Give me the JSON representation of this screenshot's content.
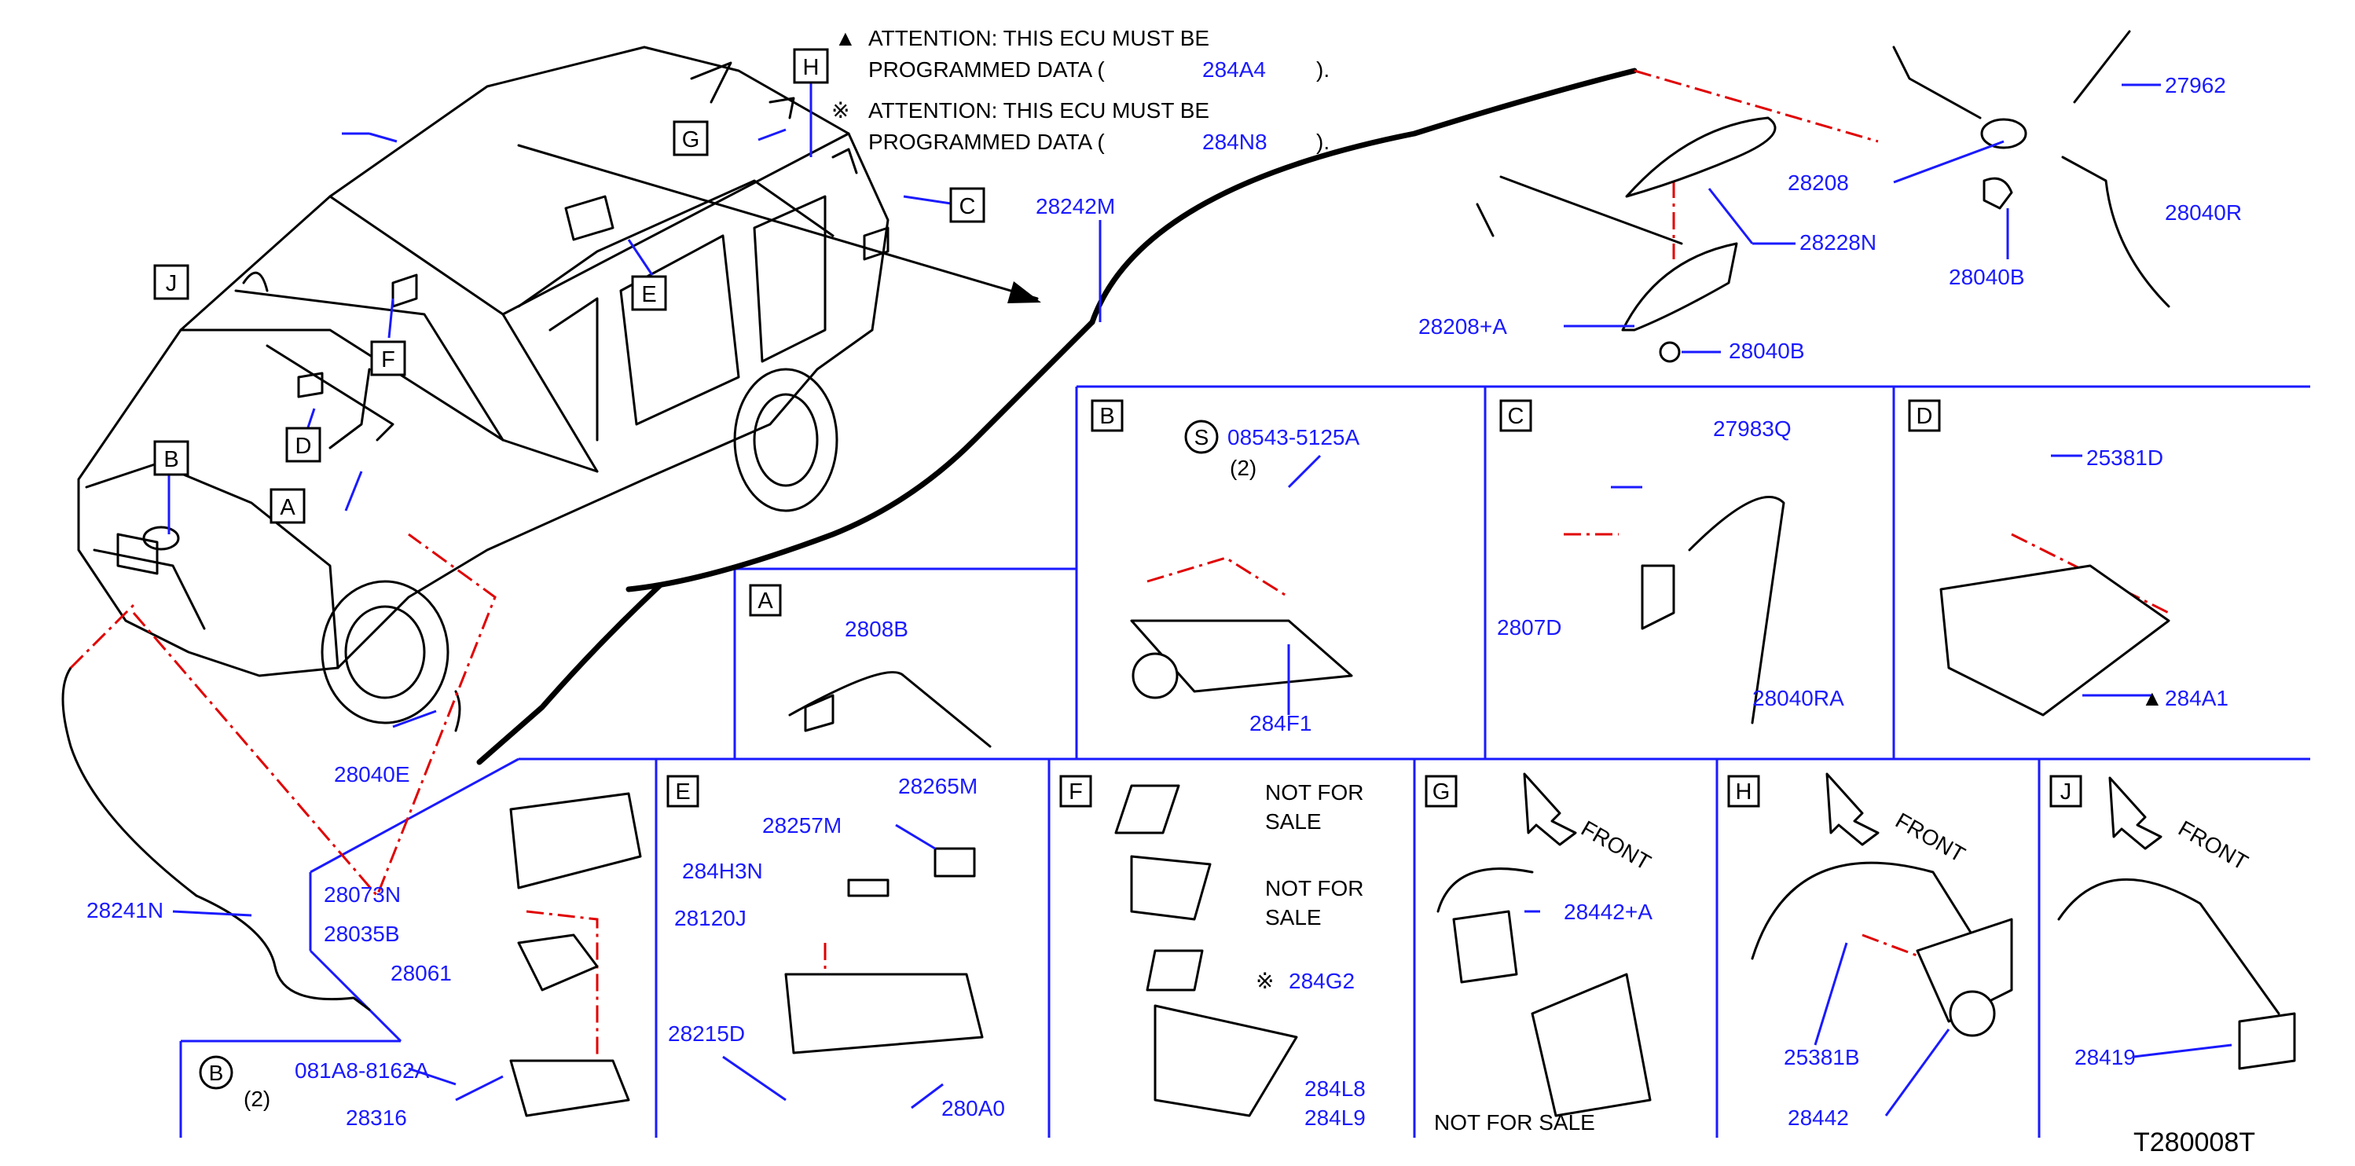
{
  "attention": {
    "line1_prefix": "▲",
    "line1": "ATTENTION: THIS ECU MUST BE",
    "line1b": "PROGRAMMED DATA (",
    "code1": "284A4",
    "close1": ").",
    "line2_prefix": "※",
    "line2": "ATTENTION: THIS ECU MUST BE",
    "line2b": "PROGRAMMED DATA (",
    "code2": "284N8",
    "close2": ")."
  },
  "callouts": {
    "A": "A",
    "B": "B",
    "C": "C",
    "D": "D",
    "E": "E",
    "F": "F",
    "G": "G",
    "H": "H",
    "J": "J"
  },
  "parts": {
    "p28242M": "28242M",
    "p27962": "27962",
    "p28208": "28208",
    "p28228N": "28228N",
    "p28040R": "28040R",
    "p28040B_top": "28040B",
    "p28208A": "28208+A",
    "p28040B_bottom": "28040B",
    "p28040E": "28040E",
    "p28241N": "28241N",
    "p28073N": "28073N",
    "p28035B": "28035B",
    "p28061": "28061",
    "p081A8": "081A8-8162A",
    "p28316": "28316",
    "qty_b": "(2)",
    "p2808x": "2808B",
    "pB_screw": "08543-5125A",
    "pB_qty": "(2)",
    "p284F1": "284F1",
    "p27983Q": "27983Q",
    "p2807D": "2807D",
    "p28040RA": "28040RA",
    "p25381D": "25381D",
    "p284A1": "284A1",
    "p28265M": "28265M",
    "p28257M": "28257M",
    "p284H3N": "284H3N",
    "p28120J": "28120J",
    "p28215D": "28215D",
    "p280A0": "280A0",
    "p284G2": "284G2",
    "p284L8": "284L8",
    "p284L9": "284L9",
    "p28442A": "28442+A",
    "p25381B": "25381B",
    "p28442": "28442",
    "p28419": "28419"
  },
  "notes": {
    "nfs1a": "NOT FOR",
    "nfs1b": "SALE",
    "nfs2a": "NOT FOR",
    "nfs2b": "SALE",
    "nfs3": "NOT FOR SALE",
    "front_g": "FRONT",
    "front_h": "FRONT",
    "front_j": "FRONT",
    "mark_s": "S",
    "mark_b": "B",
    "tri": "▲",
    "kome": "※"
  },
  "diagram_id": "T280008T"
}
